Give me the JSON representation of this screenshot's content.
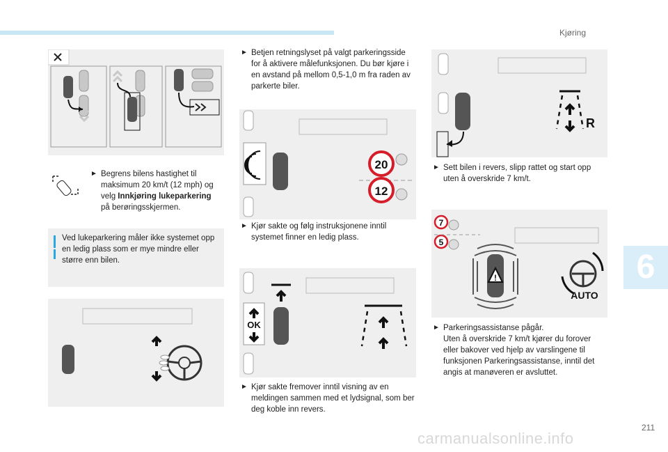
{
  "header": {
    "section_title": "Kjøring"
  },
  "chapter_tab": "6",
  "page_number": "211",
  "left_column": {
    "item1_part1": "Begrens bilens hastighet til maksimum 20 km/t (12 mph) og velg ",
    "item1_bold": "Innkjøring lukeparkering",
    "item1_part2": " på berøringsskjermen.",
    "info_text": "Ved lukeparkering måler ikke systemet opp en ledig plass som er mye mindre eller større enn bilen."
  },
  "middle_column": {
    "item1": "Betjen retningslyset på valgt parkeringsside for å aktivere målefunksjonen. Du bør kjøre i en avstand på mellom 0,5-1,0 m fra raden av parkerte biler.",
    "item2": "Kjør sakte og følg instruksjonene inntil systemet finner en ledig plass.",
    "item3": "Kjør sakte fremover inntil visning av en meldingen sammen med et lydsignal, som ber deg koble inn revers.",
    "speed_high": "20",
    "speed_low": "12",
    "ok_label": "OK"
  },
  "right_column": {
    "item1": "Sett bilen i revers, slipp rattet og start opp uten å overskride 7 km/t.",
    "item2_line1": "Parkeringsassistanse pågår.",
    "item2_rest": "Uten å overskride 7 km/t kjører du forover eller bakover ved hjelp av varslingene til funksjonen Parkeringsassistanse, inntil det angis at manøveren er avsluttet.",
    "gear_label": "R",
    "speed_high": "7",
    "speed_low": "5",
    "auto_label": "AUTO"
  },
  "footer": {
    "watermark": "carmanualsonline.info"
  }
}
